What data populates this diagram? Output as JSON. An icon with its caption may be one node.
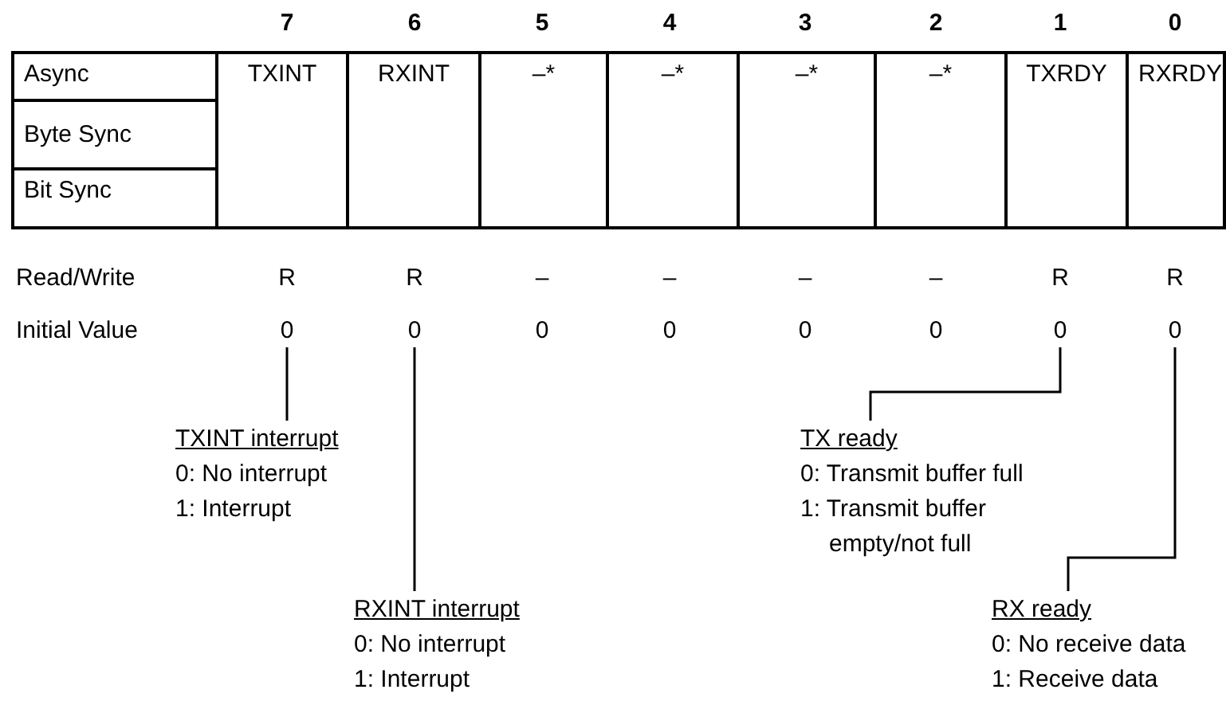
{
  "diagram": {
    "nodes": [
      {
        "text": [
          "0"
        ]
      },
      {
        "text": [
          "0"
        ]
      },
      {
        "text": [
          "0"
        ]
      },
      {
        "text": [
          "0"
        ]
      },
      {
        "text": [
          "TXINT interrupt",
          "0: No interrupt",
          "1: Interrupt"
        ]
      },
      {
        "text": [
          "TX ready",
          "0: Transmit buffer full",
          "1: Transmit buffer empty/not full"
        ]
      },
      {
        "text": [
          "RXINT interrupt",
          "0: No interrupt",
          "1: Interrupt"
        ]
      },
      {
        "text": [
          "RX ready",
          "0: No receive data",
          "1: Receive data"
        ]
      }
    ],
    "edges": [
      {
        "from": 0,
        "to": 4,
        "arrow": "none"
      },
      {
        "from": 1,
        "to": 6,
        "arrow": "none"
      },
      {
        "from": 2,
        "to": 5,
        "arrow": "none"
      },
      {
        "from": 3,
        "to": 7,
        "arrow": "none"
      }
    ],
    "labels": [
      "7",
      "6",
      "5",
      "4",
      "3",
      "2",
      "1",
      "0",
      "Async",
      "TXINT",
      "RXINT",
      "–*",
      "–*",
      "–*",
      "–*",
      "TXRDY",
      "RXRDY",
      "Byte Sync",
      "Bit Sync",
      "Read/Write",
      "R",
      "R",
      "–",
      "–",
      "–",
      "–",
      "R",
      "R",
      "Initial Value",
      "0",
      "0",
      "0",
      "0"
    ]
  }
}
